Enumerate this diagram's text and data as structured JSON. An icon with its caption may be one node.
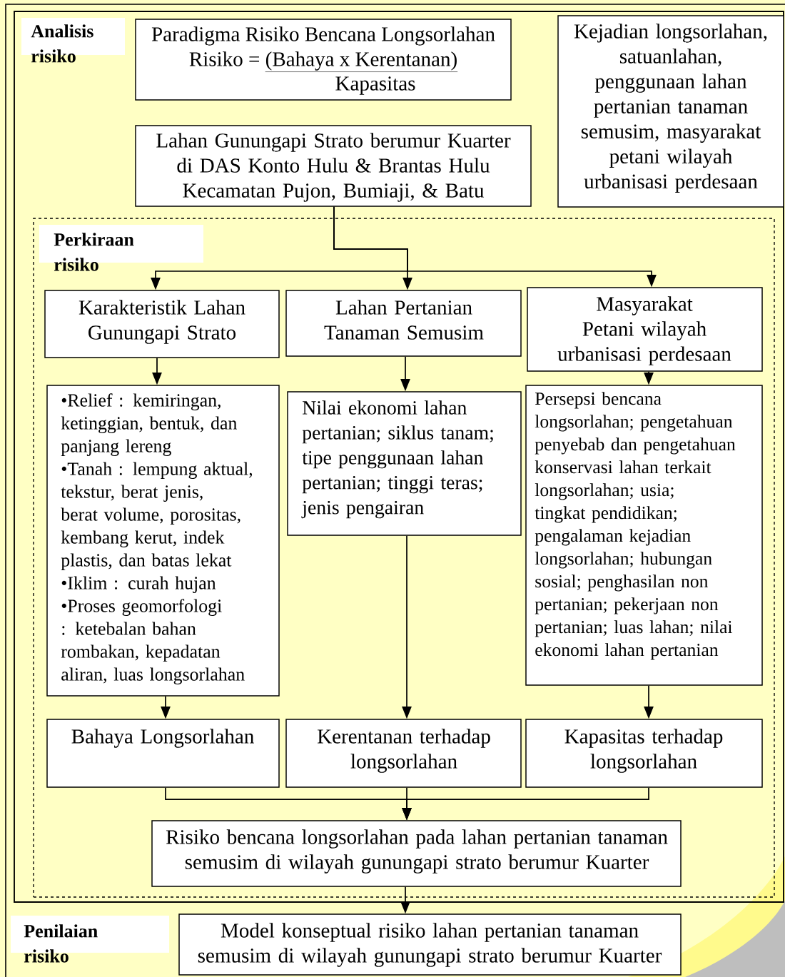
{
  "diagram": {
    "nodes": [
      {
        "text": [
          "Analisis risiko"
        ]
      },
      {
        "text": [
          "Paradigma Risiko Bencana Longsorlahan",
          "Risiko =",
          "(Bahaya x Kerentanan)",
          "Kapasitas"
        ],
        "in": 0
      },
      {
        "text": [
          "Kejadian longsorlahan, satuanlahan, penggunaan lahan pertanian tanaman semusim, masyarakat petani wilayah urbanisasi perdesaan"
        ],
        "in": 0
      },
      {
        "text": [
          "Lahan Gunungapi Strato berumur Kuarter di DAS Konto Hulu & Brantas Hulu Kecamatan Pujon, Bumiaji, & Batu"
        ],
        "in": 0
      },
      {
        "text": [
          "Perkiraan risiko"
        ],
        "in": 0
      },
      {
        "text": [
          "Karakteristik Lahan Gunungapi Strato"
        ],
        "in": 4
      },
      {
        "text": [
          "Lahan Pertanian Tanaman Semusim"
        ],
        "in": 4
      },
      {
        "text": [
          "Masyarakat Petani wilayah urbanisasi perdesaan"
        ],
        "in": 4
      },
      {
        "text": [
          "•Relief : kemiringan, ketinggian, bentuk, dan panjang lereng",
          "•Tanah : lempung aktual, tekstur, berat jenis, berat volume, porositas, kembang kerut, indek plastis, dan batas lekat",
          "•Iklim : curah hujan",
          "•Proses geomorfologi : ketebalan bahan rombakan, kepadatan aliran, luas longsorlahan"
        ],
        "in": 4
      },
      {
        "text": [
          "Nilai ekonomi lahan pertanian; siklus tanam; tipe penggunaan lahan pertanian; tinggi teras; jenis pengairan"
        ],
        "in": 4
      },
      {
        "text": [
          "Persepsi bencana longsorlahan; pengetahuan penyebab dan pengetahuan konservasi lahan terkait longsorlahan; usia; tingkat pendidikan; pengalaman kejadian longsorlahan; hubungan sosial; penghasilan non pertanian; pekerjaan non pertanian; luas lahan; nilai ekonomi lahan pertanian"
        ],
        "in": 4
      },
      {
        "text": [
          "Bahaya Longsorlahan"
        ],
        "in": 4
      },
      {
        "text": [
          "Kerentanan terhadap longsorlahan"
        ],
        "in": 4
      },
      {
        "text": [
          "Kapasitas terhadap longsorlahan"
        ],
        "in": 4
      },
      {
        "text": [
          "Risiko bencana longsorlahan pada lahan pertanian tanaman semusim di wilayah gunungapi strato berumur Kuarter"
        ],
        "in": 4
      },
      {
        "text": [
          "Model konseptual risiko lahan pertanian tanaman semusim di wilayah gunungapi strato berumur Kuarter"
        ]
      }
    ],
    "edges": [
      {
        "from": 3,
        "to": 5,
        "arrow": "to"
      },
      {
        "from": 3,
        "to": 6,
        "arrow": "to"
      },
      {
        "from": 3,
        "to": 7,
        "arrow": "to"
      },
      {
        "from": 5,
        "to": 8,
        "arrow": "to"
      },
      {
        "from": 6,
        "to": 9,
        "arrow": "to"
      },
      {
        "from": 7,
        "to": 10,
        "arrow": "to"
      },
      {
        "from": 8,
        "to": 11,
        "arrow": "to"
      },
      {
        "from": 9,
        "to": 12,
        "arrow": "to"
      },
      {
        "from": 10,
        "to": 13,
        "arrow": "to"
      },
      {
        "from": 11,
        "to": 14,
        "arrow": "to"
      },
      {
        "from": 12,
        "to": 14,
        "arrow": "to"
      },
      {
        "from": 13,
        "to": 14,
        "arrow": "to"
      },
      {
        "from": 14,
        "to": 15,
        "arrow": "to"
      }
    ],
    "labels": [
      "Penilaian risiko"
    ]
  }
}
